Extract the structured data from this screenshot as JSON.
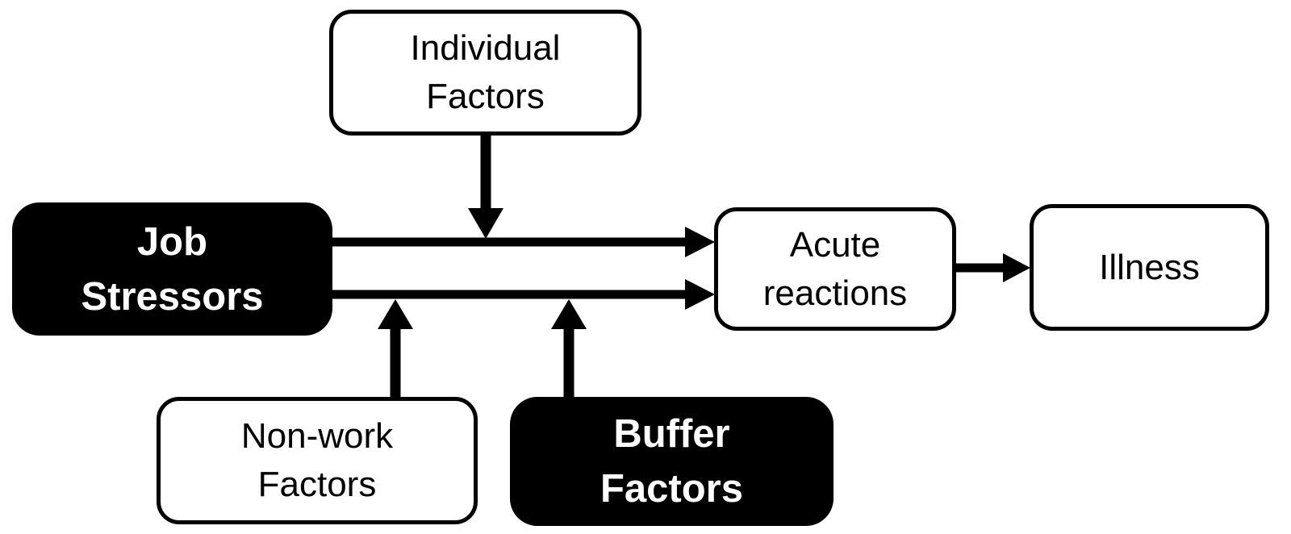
{
  "diagram": {
    "nodes": [
      {
        "id": "individual-factors",
        "label": "Individual\nFactors",
        "style": "outline"
      },
      {
        "id": "job-stressors",
        "label": "Job\nStressors",
        "style": "filled"
      },
      {
        "id": "acute-reactions",
        "label": "Acute\nreactions",
        "style": "outline"
      },
      {
        "id": "illness",
        "label": "Illness",
        "style": "outline"
      },
      {
        "id": "non-work-factors",
        "label": "Non-work\nFactors",
        "style": "outline"
      },
      {
        "id": "buffer-factors",
        "label": "Buffer\nFactors",
        "style": "filled"
      }
    ],
    "edges": [
      {
        "from": "job-stressors",
        "to": "acute-reactions",
        "path": "upper-horizontal-arrow"
      },
      {
        "from": "job-stressors",
        "to": "acute-reactions",
        "path": "lower-horizontal-arrow"
      },
      {
        "from": "individual-factors",
        "to": "upper-horizontal-arrow",
        "direction": "down"
      },
      {
        "from": "non-work-factors",
        "to": "lower-horizontal-arrow",
        "direction": "up"
      },
      {
        "from": "buffer-factors",
        "to": "lower-horizontal-arrow",
        "direction": "up"
      },
      {
        "from": "acute-reactions",
        "to": "illness"
      }
    ],
    "colors": {
      "background": "#ffffff",
      "filled_node_bg": "#000000",
      "filled_node_text": "#ffffff",
      "outline_node_bg": "#ffffff",
      "outline_node_border": "#000000",
      "outline_node_text": "#000000",
      "arrow": "#000000"
    }
  }
}
